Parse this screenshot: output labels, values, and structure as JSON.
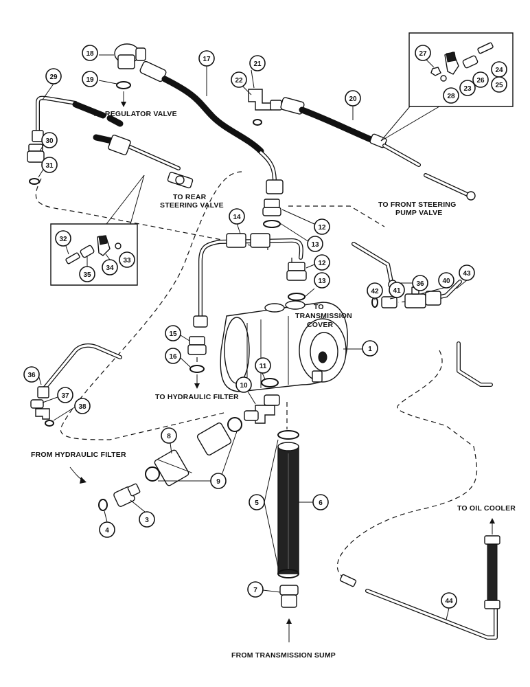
{
  "labels": {
    "to_regulator_valve": "TO REGULATOR VALVE",
    "to_rear_steering_valve_1": "TO REAR",
    "to_rear_steering_valve_2": "STEERING VALVE",
    "to_front_steering_1": "TO FRONT STEERING",
    "to_front_steering_2": "PUMP VALVE",
    "to_transmission_1": "TO",
    "to_transmission_2": "TRANSMISSION",
    "to_transmission_3": "COVER",
    "to_hydraulic_filter": "TO HYDRAULIC FILTER",
    "from_hydraulic_filter": "FROM HYDRAULIC FILTER",
    "to_oil_cooler": "TO OIL COOLER",
    "from_transmission_sump": "FROM TRANSMISSION SUMP"
  },
  "callouts": {
    "c1": "1",
    "c3": "3",
    "c4": "4",
    "c5": "5",
    "c6": "6",
    "c7": "7",
    "c8": "8",
    "c9": "9",
    "c10": "10",
    "c11": "11",
    "c12a": "12",
    "c12b": "12",
    "c13a": "13",
    "c13b": "13",
    "c14": "14",
    "c15": "15",
    "c16": "16",
    "c17": "17",
    "c18": "18",
    "c19": "19",
    "c20": "20",
    "c21": "21",
    "c22": "22",
    "c23": "23",
    "c24": "24",
    "c25": "25",
    "c26": "26",
    "c27": "27",
    "c28": "28",
    "c29": "29",
    "c30": "30",
    "c31": "31",
    "c32": "32",
    "c33": "33",
    "c34": "34",
    "c35": "35",
    "c36a": "36",
    "c36b": "36",
    "c37": "37",
    "c38": "38",
    "c40": "40",
    "c41": "41",
    "c42": "42",
    "c43": "43",
    "c44": "44"
  }
}
